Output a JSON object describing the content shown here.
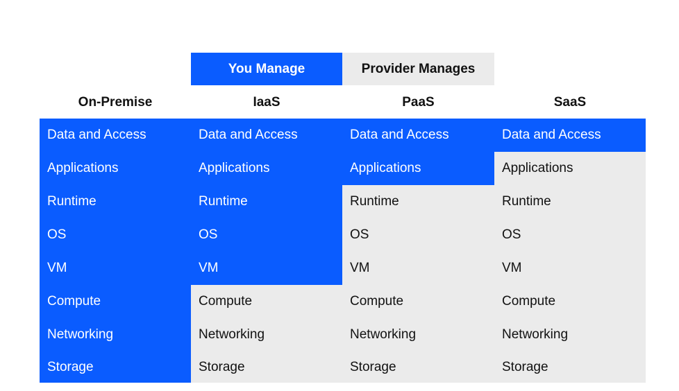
{
  "legend": {
    "you_manage": "You Manage",
    "provider_manages": "Provider Manages",
    "you_color": "#0a5cff",
    "provider_color": "#ebebeb"
  },
  "layers": [
    "Data and Access",
    "Applications",
    "Runtime",
    "OS",
    "VM",
    "Compute",
    "Networking",
    "Storage"
  ],
  "columns": [
    {
      "title": "On-Premise",
      "you_manage_count": 8
    },
    {
      "title": "IaaS",
      "you_manage_count": 5
    },
    {
      "title": "PaaS",
      "you_manage_count": 2
    },
    {
      "title": "SaaS",
      "you_manage_count": 1
    }
  ]
}
